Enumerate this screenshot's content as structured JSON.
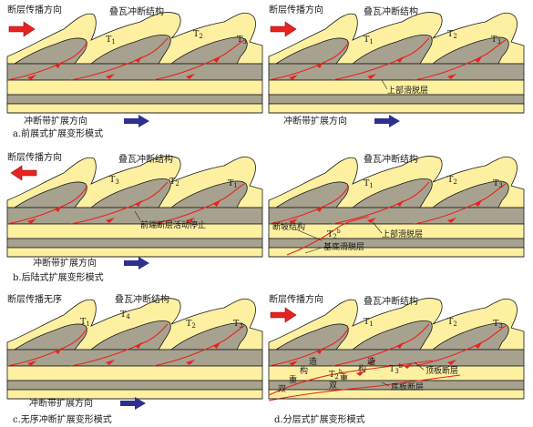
{
  "panels": {
    "a": {
      "propagation_label": "断层传播方向",
      "structure_label": "叠瓦冲断结构",
      "thrust_labels": [
        "T",
        "T",
        "T"
      ],
      "thrust_subs": [
        "1",
        "2",
        "3"
      ],
      "extension_label": "冲断带扩展方向",
      "caption": "a.前展式扩展变形模式"
    },
    "b": {
      "propagation_label": "断层传播方向",
      "structure_label": "叠瓦冲断结构",
      "thrust_labels": [
        "T",
        "T",
        "T"
      ],
      "thrust_subs": [
        "3",
        "2",
        "1"
      ],
      "annotation": "前端断层活动停止",
      "extension_label": "冲断带扩展方向",
      "caption": "b.后陆式扩展变形模式"
    },
    "c": {
      "propagation_label": "断层传播无序",
      "structure_label": "叠瓦冲断结构",
      "thrust_labels": [
        "T",
        "T",
        "T",
        "T"
      ],
      "thrust_subs": [
        "1",
        "4",
        "2",
        "3"
      ],
      "extension_label": "冲断带扩展方向",
      "caption": "c.无序冲断扩展变形模式"
    },
    "d": {
      "propagation_label": "断层传播方向",
      "structure_label": "叠瓦冲断结构",
      "thrust_labels": [
        "T",
        "T",
        "T",
        "T",
        "T"
      ],
      "thrust_subs": [
        "1",
        "2",
        "3",
        "2",
        "3"
      ],
      "thrust_sups": [
        "",
        "",
        "",
        "b",
        "b"
      ],
      "duplex_chars": [
        "双",
        "重",
        "构",
        "造",
        "双",
        "重",
        "构",
        "造"
      ],
      "roof_label": "顶板断层",
      "floor_label": "底板断层",
      "caption": "d.分层式扩展变形模式"
    },
    "e": {
      "propagation_label": "断层传播方向",
      "structure_label": "叠瓦冲断结构",
      "thrust_labels": [
        "T",
        "T",
        "T"
      ],
      "thrust_subs": [
        "1",
        "2",
        "3"
      ],
      "upper_detachment": "上部滑脱层",
      "extension_label": "冲断带扩展方向"
    },
    "f": {
      "structure_label": "叠瓦冲断结构",
      "thrust_labels": [
        "T",
        "T",
        "T",
        "T"
      ],
      "thrust_subs": [
        "1",
        "2",
        "3",
        "2"
      ],
      "thrust_sups": [
        "",
        "",
        "",
        "b"
      ],
      "ramp_label": "断坡结构",
      "upper_detachment": "上部滑脱层",
      "basal_detachment": "基底滑脱层"
    }
  },
  "colors": {
    "yellow_layer": "#fdf0a0",
    "grey_layer": "#a7a28f",
    "fault_red": "#e8231f",
    "arrow_red": "#e8231f",
    "arrow_blue": "#2f2f8f",
    "outline": "#1a1a1a"
  },
  "icons": [
    "right-arrow-red",
    "left-arrow-red",
    "right-arrow-blue"
  ]
}
